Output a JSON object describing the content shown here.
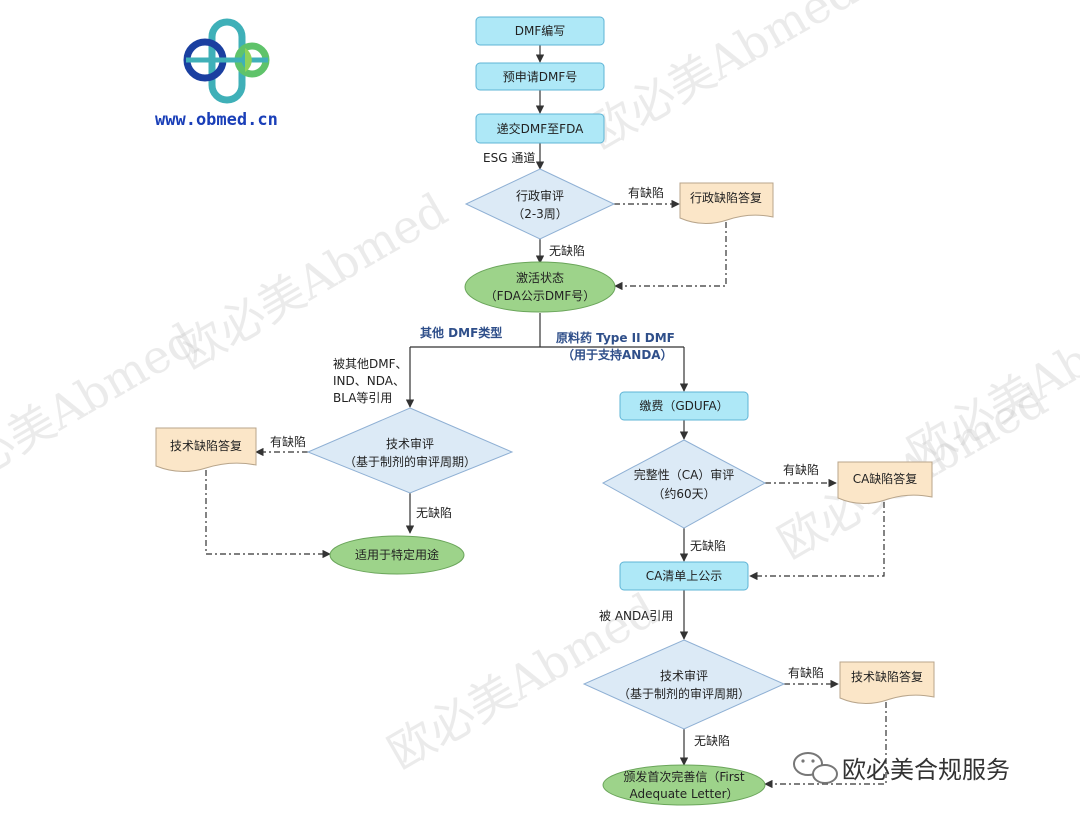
{
  "logo": {
    "url_text": "www.obmed.cn"
  },
  "watermark": {
    "text": "欧必美Abmed"
  },
  "footer": {
    "wechat_label": "欧必美合规服务"
  },
  "colors": {
    "process_fill": "#aee8f7",
    "process_stroke": "#5fb4d6",
    "decision_fill": "#dceaf6",
    "decision_stroke": "#8fb0d4",
    "terminal_fill": "#9dd38a",
    "terminal_stroke": "#6aa55a",
    "document_fill": "#fbe6c8",
    "document_stroke": "#b8a58b",
    "line": "#333333"
  },
  "nodes": {
    "dmf_numbering": "DMF编写",
    "pre_apply": "预申请DMF号",
    "submit_fda": "递交DMF至FDA",
    "admin_review": [
      "行政审评",
      "（2-3周）"
    ],
    "admin_deficiency_reply": "行政缺陷答复",
    "active_status": [
      "激活状态",
      "（FDA公示DMF号）"
    ],
    "fee": "缴费（GDUFA）",
    "ca_review": [
      "完整性（CA）审评",
      "（约60天）"
    ],
    "ca_deficiency_reply": "CA缺陷答复",
    "ca_list": "CA清单上公示",
    "tech_review_left": [
      "技术审评",
      "（基于制剂的审评周期）"
    ],
    "tech_reply_left": "技术缺陷答复",
    "specific_use": "适用于特定用途",
    "tech_review_right": [
      "技术审评",
      "（基于制剂的审评周期）"
    ],
    "tech_reply_right": "技术缺陷答复",
    "first_adequate": [
      "颁发首次完善信（First",
      "Adequate Letter）"
    ]
  },
  "labels": {
    "esg": "ESG 通道",
    "has_deficiency": "有缺陷",
    "no_deficiency": "无缺陷",
    "other_dmf_type": "其他 DMF类型",
    "api_type2": "原料药 Type II DMF",
    "support_anda": "（用于支持ANDA）",
    "referenced_by": [
      "被其他DMF、",
      "IND、NDA、",
      "BLA等引用"
    ],
    "anda_ref": "被 ANDA引用"
  }
}
